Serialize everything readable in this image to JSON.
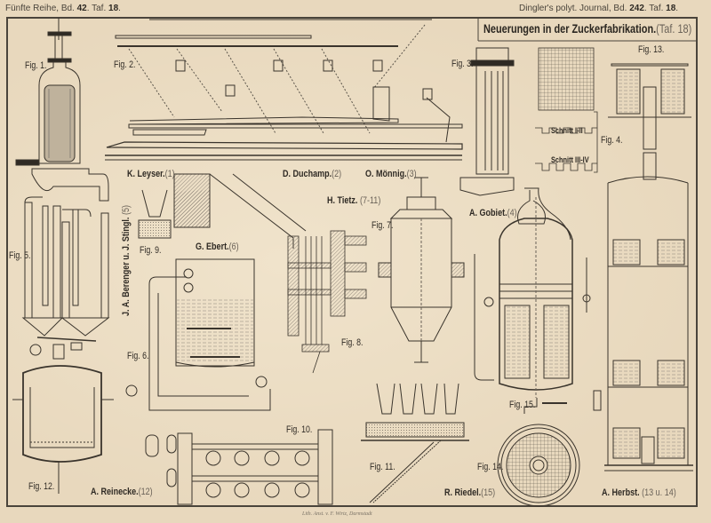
{
  "header": {
    "left": {
      "prefix": "Fünfte Reihe, Bd.",
      "volume": "42",
      "sep": ". Taf.",
      "plate": "18",
      "end": "."
    },
    "right": {
      "prefix": "Dingler's polyt. Journal, Bd.",
      "volume": "242",
      "sep": ". Taf.",
      "plate": "18",
      "end": "."
    }
  },
  "title": {
    "main": "Neuerungen in der Zuckerfabrikation.",
    "ref": "(Taf. 18)"
  },
  "inventors": [
    {
      "name": "K. Leyser.",
      "ref": "(1)"
    },
    {
      "name": "D. Duchamp.",
      "ref": "(2)"
    },
    {
      "name": "O. Mönnig.",
      "ref": "(3)"
    },
    {
      "name": "A. Gobiet.",
      "ref": "(4)"
    },
    {
      "name": "J. A. Berenger u. J. Stingl.",
      "ref": "(5)"
    },
    {
      "name": "G. Ebert.",
      "ref": "(6)"
    },
    {
      "name": "H. Tietz.",
      "ref": "(7-11)"
    },
    {
      "name": "A. Reinecke.",
      "ref": "(12)"
    },
    {
      "name": "R. Riedel.",
      "ref": "(15)"
    },
    {
      "name": "A. Herbst.",
      "ref": "(13 u. 14)"
    }
  ],
  "figures": [
    "Fig. 1.",
    "Fig. 2.",
    "Fig. 3.",
    "Fig. 4.",
    "Fig. 5.",
    "Fig. 6.",
    "Fig. 7.",
    "Fig. 8.",
    "Fig. 9.",
    "Fig. 10.",
    "Fig. 11.",
    "Fig. 12.",
    "Fig. 13.",
    "Fig. 14.",
    "Fig. 15."
  ],
  "sections": [
    "Schnitt I-II",
    "Schnitt III-IV"
  ],
  "footer": "Lith. Anst. v. F. Wirtz, Darmstadt",
  "colors": {
    "paper": "#e8d8bd",
    "ink": "#3a342c",
    "hatch": "#8a8278"
  }
}
